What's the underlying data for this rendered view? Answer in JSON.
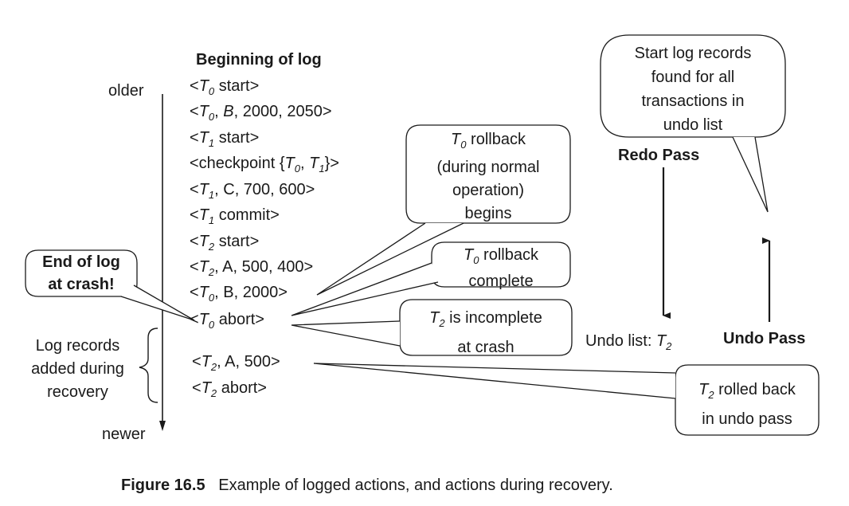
{
  "header": "Beginning of log",
  "axis": {
    "older": "older",
    "newer": "newer"
  },
  "log": [
    {
      "parts": [
        {
          "t": "<"
        },
        {
          "i": "T",
          "s": "0"
        },
        {
          "t": " start>"
        }
      ]
    },
    {
      "parts": [
        {
          "t": "<"
        },
        {
          "i": "T",
          "s": "0"
        },
        {
          "t": ", "
        },
        {
          "i": "B"
        },
        {
          "t": ", 2000, 2050>"
        }
      ]
    },
    {
      "parts": [
        {
          "t": "<"
        },
        {
          "i": "T",
          "s": "1"
        },
        {
          "t": " start>"
        }
      ]
    },
    {
      "parts": [
        {
          "t": "<checkpoint {"
        },
        {
          "i": "T",
          "s": "0"
        },
        {
          "t": ", "
        },
        {
          "i": "T",
          "s": "1"
        },
        {
          "t": "}>"
        }
      ]
    },
    {
      "parts": [
        {
          "t": "<"
        },
        {
          "i": "T",
          "s": "1"
        },
        {
          "t": ", C, 700, 600>"
        }
      ]
    },
    {
      "parts": [
        {
          "t": "<"
        },
        {
          "i": "T",
          "s": "1"
        },
        {
          "t": " commit>"
        }
      ]
    },
    {
      "parts": [
        {
          "t": "<"
        },
        {
          "i": "T",
          "s": "2"
        },
        {
          "t": " start>"
        }
      ]
    },
    {
      "parts": [
        {
          "t": "<"
        },
        {
          "i": "T",
          "s": "2"
        },
        {
          "t": ", A, 500, 400>"
        }
      ]
    },
    {
      "parts": [
        {
          "t": "<"
        },
        {
          "i": "T",
          "s": "0"
        },
        {
          "t": ", B, 2000>"
        }
      ]
    },
    {
      "parts": [
        {
          "t": "<"
        },
        {
          "i": "T",
          "s": "0"
        },
        {
          "t": " abort>"
        }
      ]
    },
    {
      "parts": [
        {
          "t": "<"
        },
        {
          "i": "T",
          "s": "2"
        },
        {
          "t": ", A, 500>"
        }
      ]
    },
    {
      "parts": [
        {
          "t": "<"
        },
        {
          "i": "T",
          "s": "2"
        },
        {
          "t": " abort>"
        }
      ]
    }
  ],
  "recovery_label": "Log records\nadded during\nrecovery",
  "callouts": {
    "end_of_log": "End of log\nat crash!",
    "rollback_begins": [
      [
        {
          "i": "T",
          "s": "0"
        },
        {
          "t": "  rollback"
        }
      ],
      [
        {
          "t": "(during normal"
        }
      ],
      [
        {
          "t": "operation)"
        }
      ],
      [
        {
          "t": "begins"
        }
      ]
    ],
    "rollback_complete": [
      [
        {
          "i": "T",
          "s": "0"
        },
        {
          "t": "  rollback"
        }
      ],
      [
        {
          "t": "complete"
        }
      ]
    ],
    "t2_incomplete": [
      [
        {
          "i": "T",
          "s": "2"
        },
        {
          "t": " is incomplete"
        }
      ],
      [
        {
          "t": "at crash"
        }
      ]
    ],
    "t2_rolled_back": [
      [
        {
          "i": "T",
          "s": "2"
        },
        {
          "t": " rolled back"
        }
      ],
      [
        {
          "t": "in undo pass"
        }
      ]
    ],
    "start_records": "Start log records\nfound for all\ntransactions in\nundo list"
  },
  "redo_pass": "Redo Pass",
  "undo_pass": "Undo Pass",
  "undo_list": [
    {
      "t": "Undo list: "
    },
    {
      "i": "T",
      "s": "2"
    }
  ],
  "caption": {
    "label": "Figure 16.5",
    "text": "Example of logged actions, and actions during recovery."
  }
}
